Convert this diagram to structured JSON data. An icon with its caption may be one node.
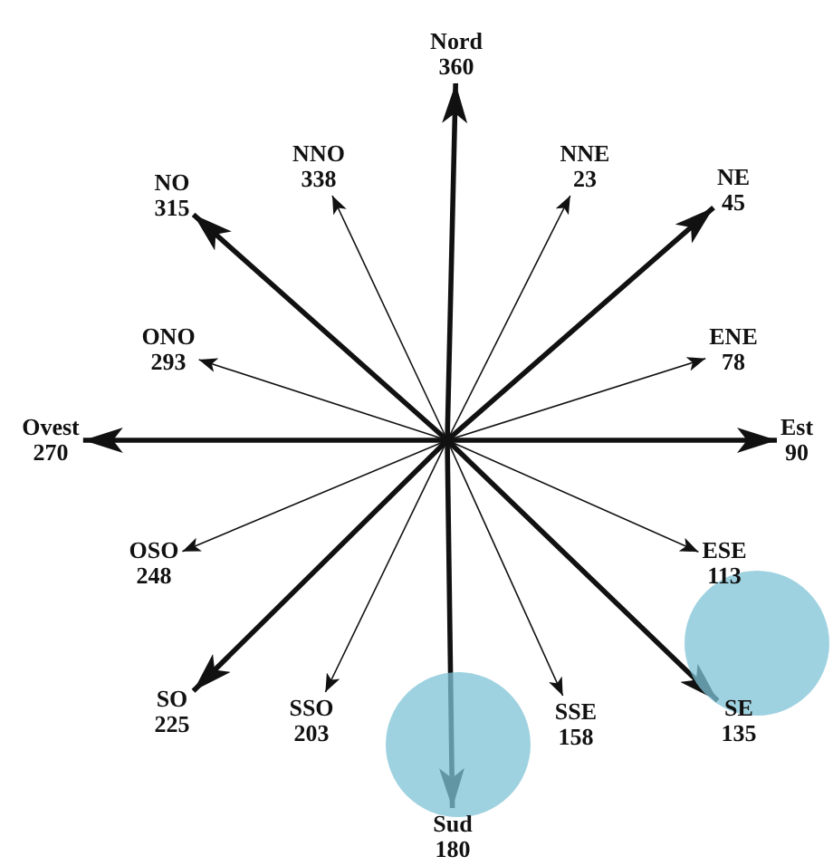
{
  "diagram": {
    "nodes": [
      {
        "text": [
          "Nord",
          "360"
        ]
      },
      {
        "text": [
          "NNO",
          "338"
        ]
      },
      {
        "text": [
          "NNE",
          "23"
        ]
      },
      {
        "text": [
          "NO",
          "315"
        ]
      },
      {
        "text": [
          "NE",
          "45"
        ]
      },
      {
        "text": [
          "ONO",
          "293"
        ]
      },
      {
        "text": [
          "ENE",
          "78"
        ]
      },
      {
        "text": [
          "Ovest",
          "270"
        ]
      },
      {
        "text": [
          "Est",
          "90"
        ]
      },
      {
        "text": [
          "OSO",
          "248"
        ]
      },
      {
        "text": [
          "ESE",
          "113"
        ]
      },
      {
        "text": [
          "SO",
          "225"
        ]
      },
      {
        "text": [
          "SSO",
          "203"
        ]
      },
      {
        "text": [
          "SSE",
          "158"
        ]
      },
      {
        "text": [
          "SE",
          "135"
        ]
      },
      {
        "text": [
          "Sud",
          "180"
        ]
      }
    ],
    "edges": [
      {
        "from": null,
        "to": 0,
        "arrow": "to",
        "style": "thick"
      },
      {
        "from": null,
        "to": 1,
        "arrow": "to"
      },
      {
        "from": null,
        "to": 2,
        "arrow": "to"
      },
      {
        "from": null,
        "to": 3,
        "arrow": "to",
        "style": "thick"
      },
      {
        "from": null,
        "to": 4,
        "arrow": "to",
        "style": "thick"
      },
      {
        "from": null,
        "to": 5,
        "arrow": "to"
      },
      {
        "from": null,
        "to": 6,
        "arrow": "to"
      },
      {
        "from": null,
        "to": 7,
        "arrow": "to",
        "style": "thick"
      },
      {
        "from": null,
        "to": 8,
        "arrow": "to",
        "style": "thick"
      },
      {
        "from": null,
        "to": 9,
        "arrow": "to"
      },
      {
        "from": null,
        "to": 10,
        "arrow": "to"
      },
      {
        "from": null,
        "to": 11,
        "arrow": "to",
        "style": "thick"
      },
      {
        "from": null,
        "to": 12,
        "arrow": "to"
      },
      {
        "from": null,
        "to": 13,
        "arrow": "to"
      },
      {
        "from": null,
        "to": 14,
        "arrow": "to",
        "style": "thick"
      },
      {
        "from": null,
        "to": 15,
        "arrow": "to",
        "style": "thick"
      }
    ]
  }
}
